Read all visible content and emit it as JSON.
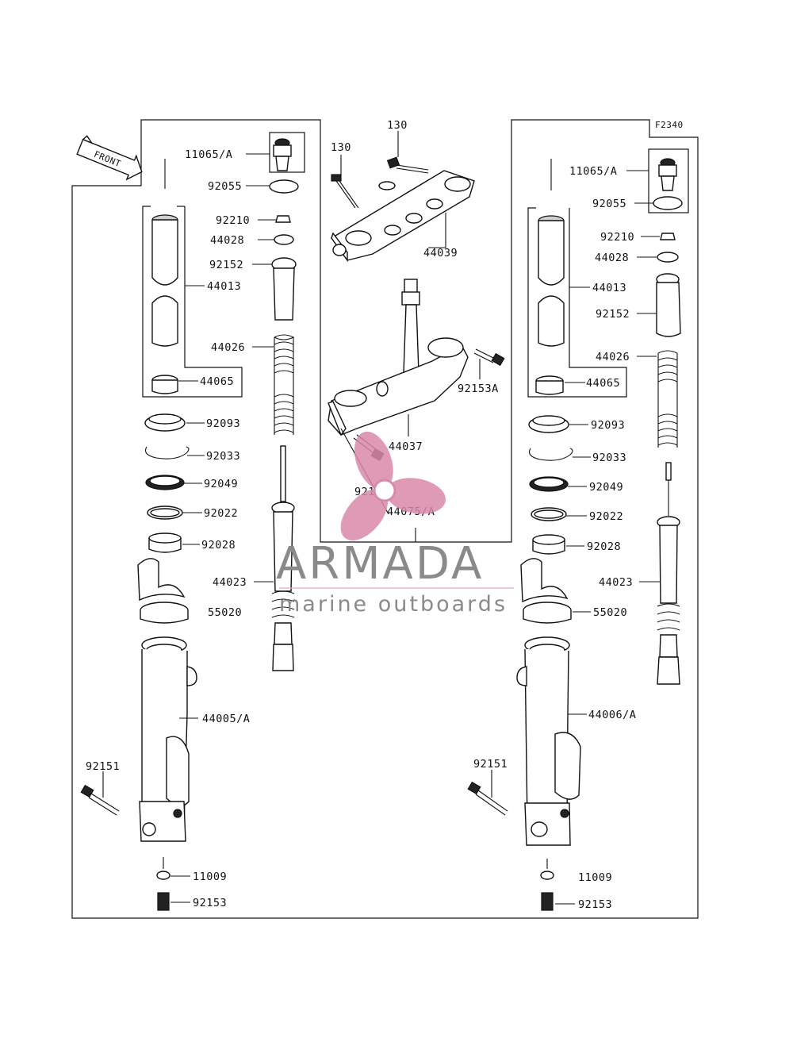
{
  "figure_code": "F2340",
  "front_label": "FRONT",
  "watermark": {
    "title": "ARMADA",
    "subtitle": "marine outboards",
    "colors": {
      "text": "#8a8a8a",
      "logo": "#d98aa8"
    }
  },
  "labels": {
    "center": {
      "p130a": "130",
      "p130b": "130",
      "p44039": "44039",
      "p92153A_r": "92153A",
      "p44037": "44037",
      "p92153A_l": "92153A",
      "p44075A": "44075/A"
    },
    "left": {
      "p11065A": "11065/A",
      "p92055": "92055",
      "p92210": "92210",
      "p44028": "44028",
      "p92152": "92152",
      "p44013": "44013",
      "p44026": "44026",
      "p44065": "44065",
      "p92093": "92093",
      "p92033": "92033",
      "p92049": "92049",
      "p92022": "92022",
      "p92028": "92028",
      "p44023": "44023",
      "p55020": "55020",
      "p44005A": "44005/A",
      "p92151": "92151",
      "p11009": "11009",
      "p92153": "92153"
    },
    "right": {
      "p11065A": "11065/A",
      "p92055": "92055",
      "p92210": "92210",
      "p44028": "44028",
      "p44013": "44013",
      "p92152": "92152",
      "p44026": "44026",
      "p44065": "44065",
      "p92093": "92093",
      "p92033": "92033",
      "p92049": "92049",
      "p92022": "92022",
      "p92028": "92028",
      "p44023": "44023",
      "p55020": "55020",
      "p44006A": "44006/A",
      "p92151": "92151",
      "p11009": "11009",
      "p92153": "92153"
    }
  }
}
